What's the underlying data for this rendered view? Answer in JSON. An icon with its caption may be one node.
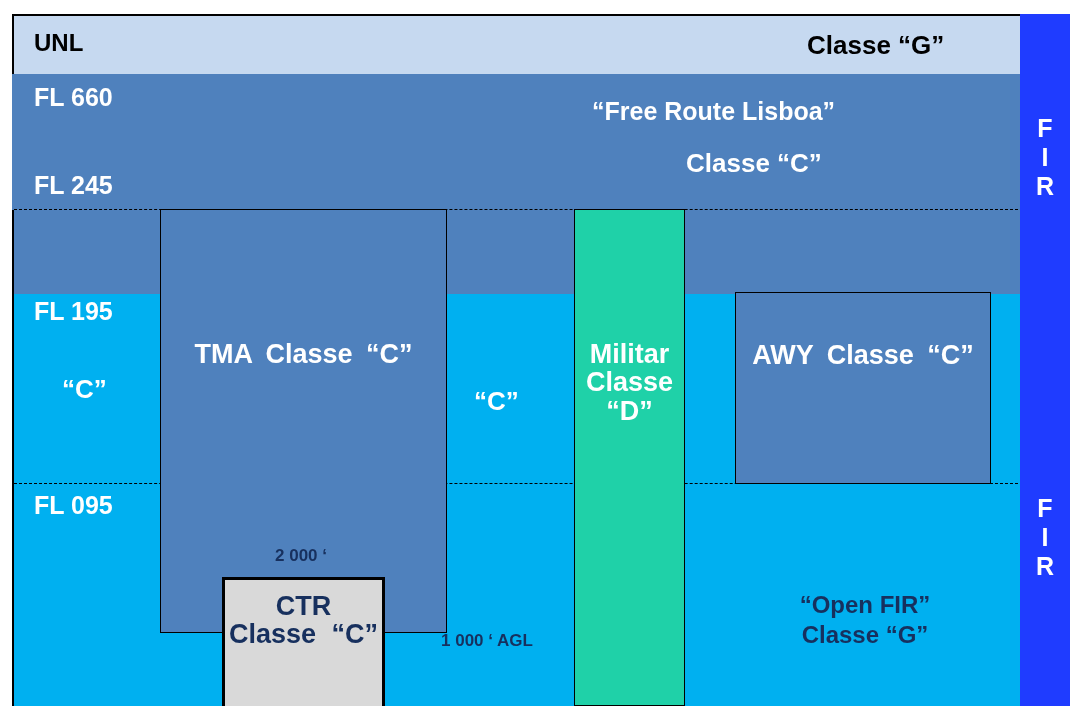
{
  "diagram": {
    "nodes": [
      {
        "text": [
          "Classe “G”"
        ]
      },
      {
        "text": [
          "“Free Route Lisboa”",
          "Classe “C”"
        ]
      },
      {
        "text": [
          "TMA Classe “C”"
        ]
      },
      {
        "text": [
          "Militar Classe “D”"
        ]
      },
      {
        "text": [
          "AWY Classe “C”"
        ]
      },
      {
        "text": [
          "CTR Classe “C”"
        ]
      },
      {
        "text": [
          "F I R"
        ]
      },
      {
        "text": [
          "F I R"
        ]
      }
    ],
    "edges": [],
    "labels": [
      "UNL",
      "FL 660",
      "FL 245",
      "FL 195",
      "“C”",
      "“C”",
      "FL 095",
      "2 000 ‘",
      "1 000 ‘ AGL",
      "“Open FIR” Classe “G”"
    ]
  }
}
